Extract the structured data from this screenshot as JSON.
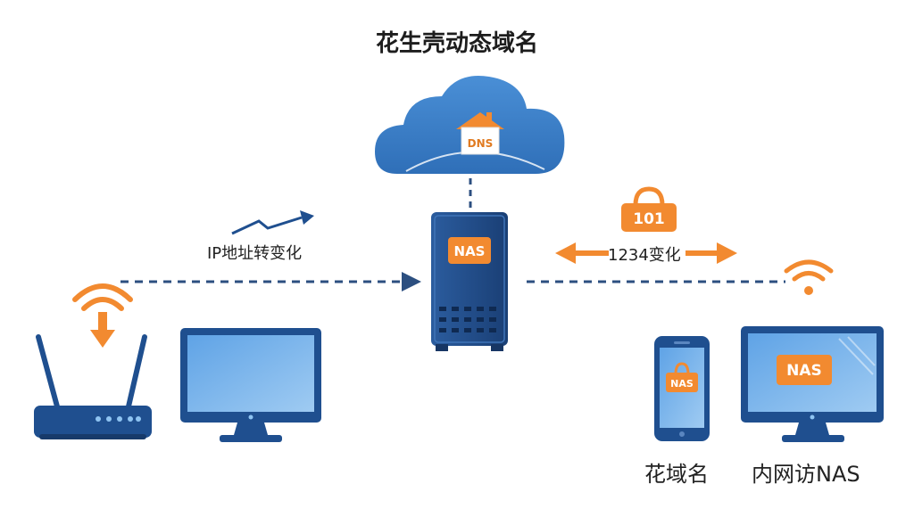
{
  "title": "花生壳动态域名",
  "cloud": {
    "badge": "DNS"
  },
  "nas_server": {
    "badge": "NAS"
  },
  "left_link": {
    "label": "IP地址转变化"
  },
  "right_link": {
    "label": "1234变化",
    "lock_badge": "101"
  },
  "phone": {
    "screen_badge": "NAS",
    "caption": "花域名"
  },
  "remote_monitor": {
    "screen_badge": "NAS",
    "caption": "内网访NAS"
  },
  "colors": {
    "blue_dark": "#1f4f8f",
    "blue_mid": "#3e7fc8",
    "blue_light": "#6aa8e6",
    "orange": "#f28a30",
    "dash": "#2c4f80"
  }
}
